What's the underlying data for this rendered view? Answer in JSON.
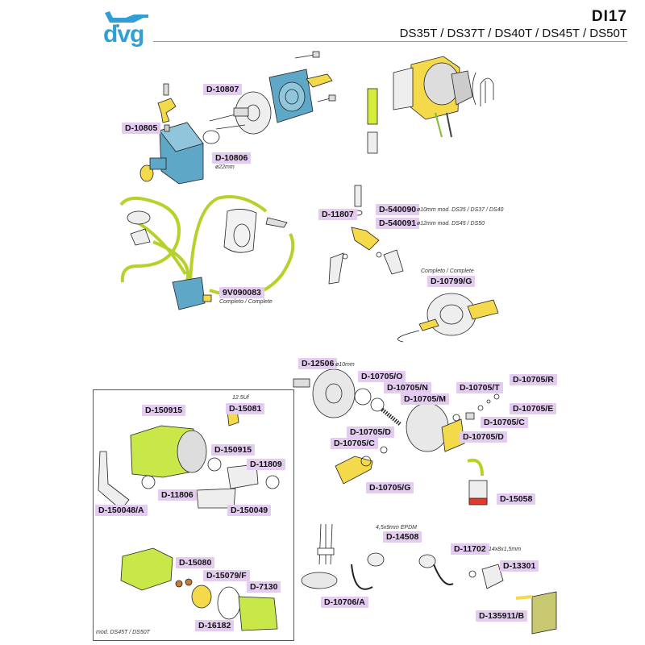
{
  "header": {
    "brand": "dvg",
    "code": "DI17",
    "models": "DS35T / DS37T / DS40T / DS45T / DS50T"
  },
  "colors": {
    "label_bg": "#e4ccf0",
    "part_yellow_green": "#d6ec3a",
    "part_blue": "#5fa7c6",
    "part_yellow": "#f4d94a",
    "brand_blue": "#2f9fd6"
  },
  "labels": {
    "d10807": "D-10807",
    "d10805": "D-10805",
    "d10806": "D-10806",
    "d11807": "D-11807",
    "d540090": "D-540090",
    "d540091": "D-540091",
    "v9v090083": "9V090083",
    "d10799g": "D-10799/G",
    "d12506": "D-12506",
    "d10705o": "D-10705/O",
    "d10705n": "D-10705/N",
    "d10705m": "D-10705/M",
    "d10705t": "D-10705/T",
    "d10705r": "D-10705/R",
    "d10705e": "D-10705/E",
    "d10705c_right": "D-10705/C",
    "d10705d_right": "D-10705/D",
    "d10705d": "D-10705/D",
    "d10705c": "D-10705/C",
    "d10705g": "D-10705/G",
    "d15058": "D-15058",
    "d150915_top": "D-150915",
    "d15081": "D-15081",
    "d150915_mid": "D-150915",
    "d11809": "D-11809",
    "d11806": "D-11806",
    "d150049": "D-150049",
    "d150048a": "D-150048/A",
    "d15080": "D-15080",
    "d15079f": "D-15079/F",
    "d7130": "D-7130",
    "d16182": "D-16182",
    "d14508": "D-14508",
    "d11702": "D-11702",
    "d13301": "D-13301",
    "d10706a": "D-10706/A",
    "d135911b": "D-135911/B"
  },
  "notes": {
    "phi22": "ø22mm",
    "phi10_mod": "ø10mm mod. DS35 / DS37 / DS40",
    "phi12_mod": "ø12mm mod. DS45 / DS50",
    "complete_1": "Completo / Complete",
    "complete_2": "Completo / Complete",
    "phi10": "ø10mm",
    "cap": "12.5Uf",
    "epdm": "4,5x9mm EPDM",
    "size_11702": "14x8x1,5mm",
    "inset_mod": "mod. DS45T / DS50T"
  }
}
